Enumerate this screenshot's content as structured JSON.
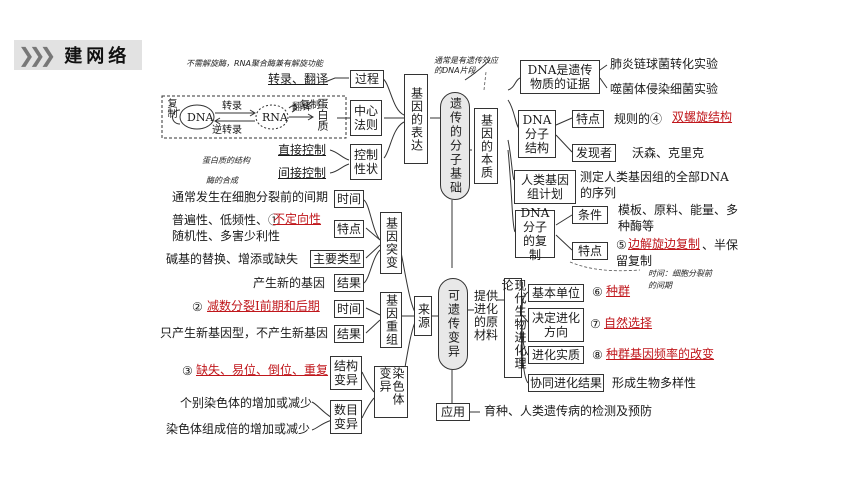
{
  "header": {
    "icon": "chevrons-icon",
    "title": "建网络"
  },
  "center": {
    "top": "遗传的分子基础",
    "bottom": "可遗传变异"
  },
  "expression": {
    "label": "基因的表达",
    "process": {
      "label": "过程",
      "left": "转录、翻译",
      "note": "不需解旋酶，RNA聚合酶兼有解旋功能"
    },
    "dogma": {
      "label": "中心法则",
      "dna": "DNA",
      "rna": "RNA",
      "fuzhi1": "复制",
      "fuzhi2": "复制",
      "zhuanlu": "转录",
      "nizhuanlu": "逆转录",
      "fanyi": "翻译",
      "protein": "蛋白质"
    },
    "control": {
      "label": "控制性状",
      "direct": "直接控制",
      "indirect": "间接控制",
      "note1": "蛋白质的结构",
      "note2": "酶的合成"
    }
  },
  "essence": {
    "label": "基因的本质",
    "note": "通常是有遗传效应的DNA片段",
    "proof": {
      "label": "DNA是遗传物质的证据",
      "i1": "肺炎链球菌转化实验",
      "i2": "噬菌体侵染细菌实验"
    },
    "structure": {
      "label": "DNA分子结构",
      "feature": "特点",
      "feature_text": "规则的④",
      "feature_ans": "双螺旋结构",
      "discoverer": "发现者",
      "discoverer_text": "沃森、克里克"
    },
    "genome": {
      "label": "人类基因组计划",
      "text1": "测定人类基因组的全部DNA",
      "text2": "的序列"
    },
    "replication": {
      "label": "DNA分子的复制",
      "cond": "条件",
      "cond_text1": "模板、原料、能量、多",
      "cond_text2": "种酶等",
      "feature": "特点",
      "feature_prefix": "⑤",
      "feature_ans": "边解旋边复制",
      "feature_suffix": "、半保",
      "feature_text2": "留复制",
      "time_note": "时间：细胞分裂前的间期"
    }
  },
  "mutation": {
    "label": "基因突变",
    "time_text": "通常发生在细胞分裂前的间期",
    "time": "时间",
    "feat_text1": "普遍性、低频性、①",
    "feat_ans": "不定向性",
    "feat_text2": "随机性、多害少利性",
    "feat": "特点",
    "type_text": "碱基的替换、增添或缺失",
    "type": "主要类型",
    "result_text": "产生新的基因",
    "result": "结果"
  },
  "recomb": {
    "label": "基因重组",
    "time_num": "②",
    "time_ans": "减数分裂Ⅰ前期和后期",
    "time": "时间",
    "result_text": "只产生新基因型，不产生新基因",
    "result": "结果"
  },
  "source": "来源",
  "chrom": {
    "label": "染色体变异",
    "struct_num": "③",
    "struct_ans": "缺失、易位、倒位、重复",
    "struct": "结构变异",
    "num_t1": "个别染色体的增加或减少",
    "num_t2": "染色体组成倍的增加或减少",
    "num": "数目变异"
  },
  "evolution": {
    "provide": "提供进化的原材料",
    "label": "现代生物进化理论",
    "unit": "基本单位",
    "unit_num": "⑥",
    "unit_ans": "种群",
    "dir": "决定进化方向",
    "dir_num": "⑦",
    "dir_ans": "自然选择",
    "essence": "进化实质",
    "essence_num": "⑧",
    "essence_ans": "种群基因频率的改变",
    "result": "协同进化结果",
    "result_text": "形成生物多样性"
  },
  "application": {
    "label": "应用",
    "text": "育种、人类遗传病的检测及预防"
  }
}
